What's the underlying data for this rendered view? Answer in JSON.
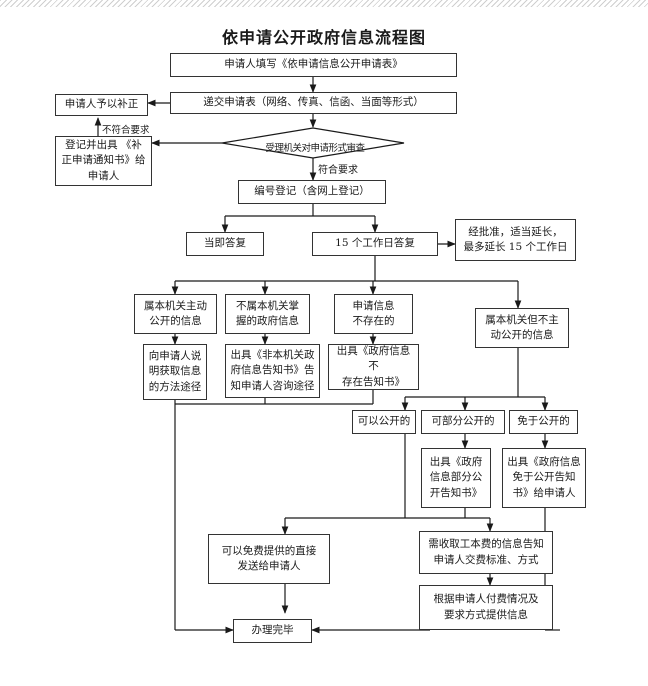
{
  "title": "依申请公开政府信息流程图",
  "nodes": {
    "fill_form": "申请人填写《依申请信息公开申请表》",
    "submit": "递交申请表（网络、传真、信函、当面等形式）",
    "correct": "申请人予以补正",
    "review": "受理机关对申请形式审查",
    "issue_notice": "登记并出具 《补\n正申请通知书》给\n申请人",
    "register": "编号登记（含网上登记）",
    "immediate": "当即答复",
    "days15": "15 个工作日答复",
    "extend": "经批准，适当延长，\n最多延长 15 个工作日",
    "belong_public": "属本机关主动\n公开的信息",
    "not_belong": "不属本机关掌\n握的政府信息",
    "not_exist": "申请信息\n不存在的",
    "belong_not_public": "属本机关但不主\n动公开的信息",
    "tell_method": "向申请人说\n明获取信息\n的方法途径",
    "non_notice": "出具《非本机关政\n府信息告知书》告\n知申请人咨询途径",
    "nonexist_notice": "出具《政府信息不\n存在告知书》",
    "can_public": "可以公开的",
    "partial": "可部分公开的",
    "exempt": "免于公开的",
    "partial_notice": "出具《政府\n信息部分公\n开告知书》",
    "exempt_notice": "出具《政府信息\n免于公开告知\n书》给申请人",
    "free_send": "可以免费提供的直接\n发送给申请人",
    "fee_notice": "需收取工本费的信息告知\n申请人交费标准、方式",
    "by_payment": "根据申请人付费情况及\n要求方式提供信息",
    "done": "办理完毕"
  },
  "edge_labels": {
    "not_compliant": "不符合要求",
    "compliant": "符合要求"
  }
}
